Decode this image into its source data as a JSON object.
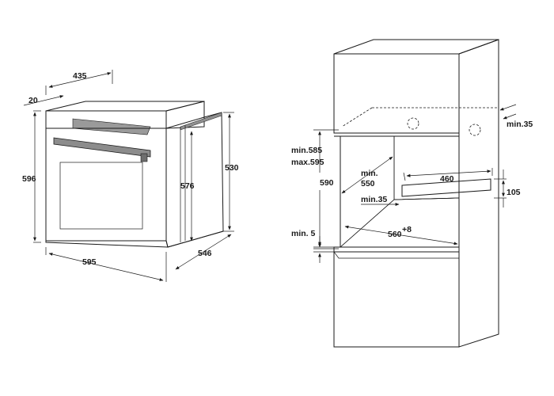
{
  "oven": {
    "dims": {
      "top_depth": "435",
      "front_panel_depth": "20",
      "height": "596",
      "cavity_height": "576",
      "side_height": "530",
      "width": "595",
      "depth": "546"
    }
  },
  "cabinet": {
    "dims": {
      "min_gap_top": "min.35",
      "niche_height_min": "min.585",
      "niche_height_max": "max.595",
      "niche_height_590": "590",
      "min_depth": "min.",
      "min_depth_val": "550",
      "vent_width": "460",
      "vent_height": "105",
      "min_35_side": "min.35",
      "min_5": "min. 5",
      "width_560": "560",
      "width_tol": "+8"
    }
  },
  "colors": {
    "line": "#1a1a1a",
    "panel_grey": "#b5b5b5",
    "door_grey": "#d4d4d4",
    "window_grey": "#c9c9c9",
    "side_grey": "#a8a8a8"
  }
}
